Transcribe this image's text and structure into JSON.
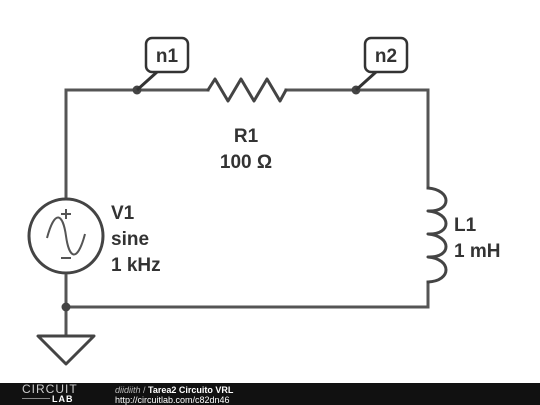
{
  "circuit": {
    "source": {
      "name": "V1",
      "kind": "sine",
      "frequency": "1 kHz"
    },
    "resistor": {
      "name": "R1",
      "value": "100 Ω"
    },
    "inductor": {
      "name": "L1",
      "value": "1 mH"
    },
    "nodes": [
      "n1",
      "n2"
    ]
  },
  "footer": {
    "logo_top": "CIRCUIT",
    "logo_bottom": "LAB",
    "author": "diidiith",
    "separator": " / ",
    "title": "Tarea2 Circuito VRL",
    "url": "http://circuitlab.com/c82dn46"
  },
  "colors": {
    "wire": "#555555",
    "footer_bg": "#111111",
    "text": "#333333"
  }
}
